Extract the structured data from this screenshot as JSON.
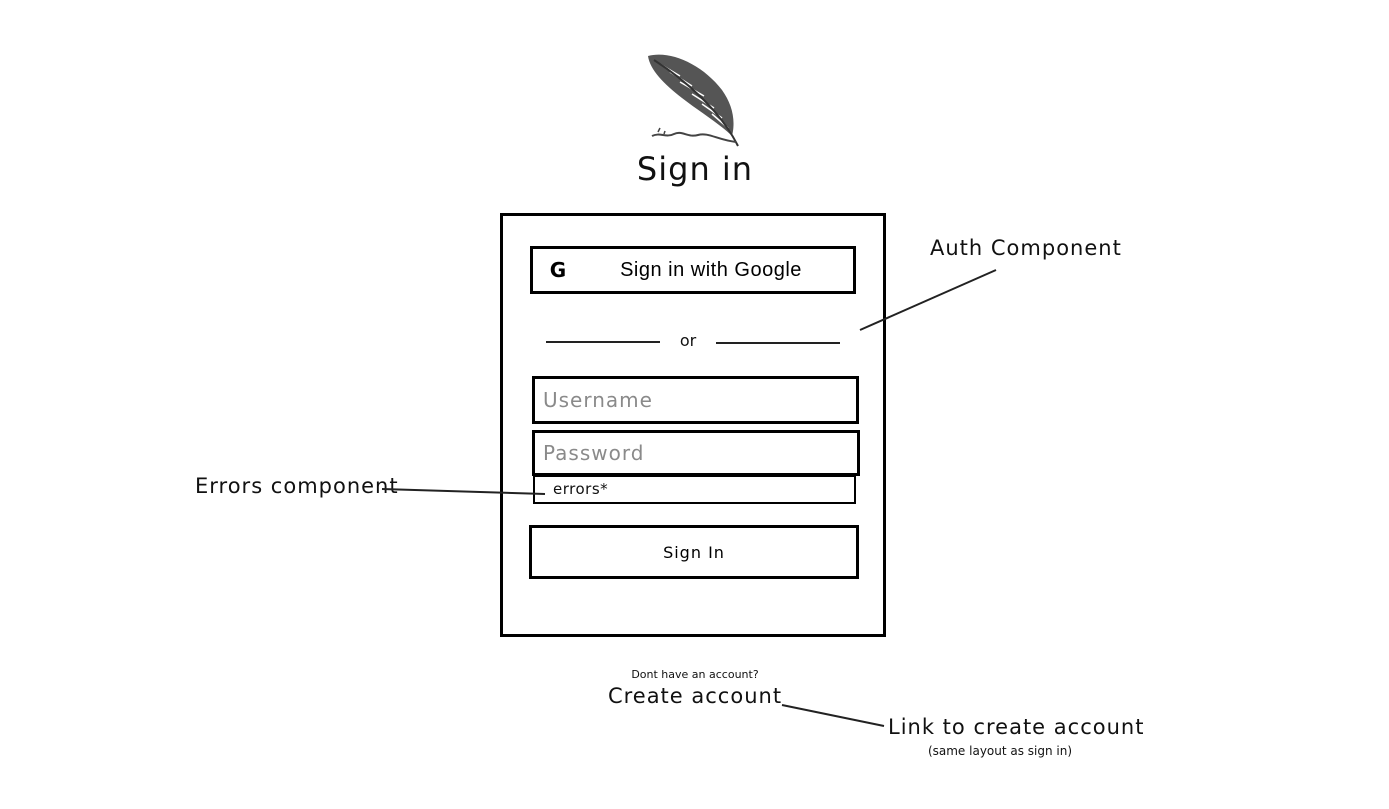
{
  "page": {
    "title": "Sign in"
  },
  "auth": {
    "google_icon": "G",
    "google_label": "Sign in with Google",
    "divider_text": "or",
    "username_placeholder": "Username",
    "password_placeholder": "Password",
    "errors_text": "errors*",
    "signin_label": "Sign In"
  },
  "footer": {
    "no_account_text": "Dont have an account?",
    "create_account_label": "Create account"
  },
  "annotations": {
    "auth_component": "Auth Component",
    "errors_component": "Errors component",
    "link_create_account": "Link to create account",
    "link_note": "(same layout as sign in)"
  },
  "icons": {
    "logo": "feather-quill-icon"
  }
}
